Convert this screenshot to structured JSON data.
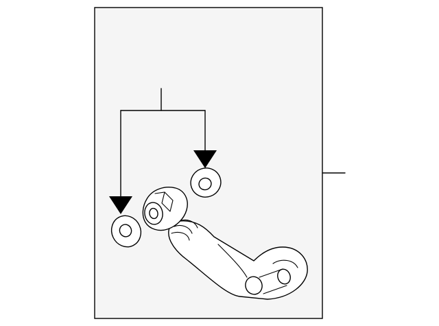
{
  "diagram": {
    "panel_color": "#f5f5f5",
    "line_color": "#000000",
    "parts": [
      {
        "name": "tube-assembly"
      },
      {
        "name": "gasket-left"
      },
      {
        "name": "gasket-right"
      }
    ]
  }
}
